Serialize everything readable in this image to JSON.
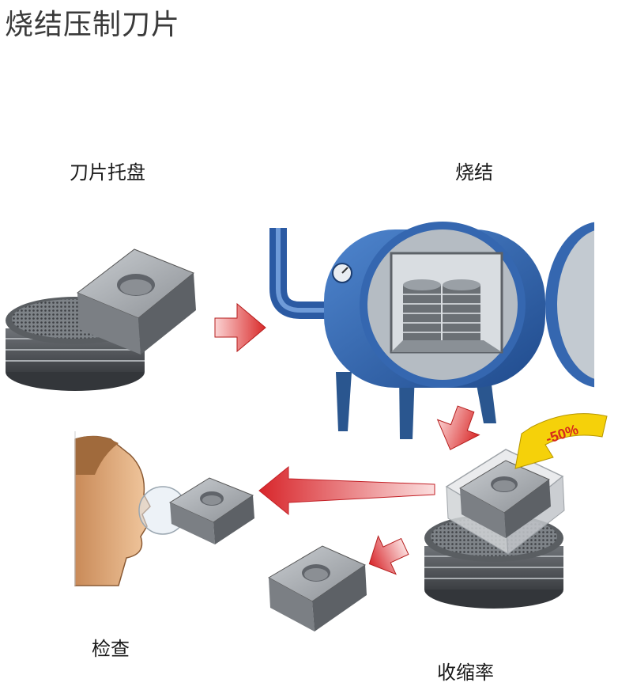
{
  "title": "烧结压制刀片",
  "labels": {
    "tray": "刀片托盘",
    "sinter": "烧结",
    "inspect": "检查",
    "shrink": "收缩率"
  },
  "annotation": {
    "shrink_percent": "-50%"
  },
  "colors": {
    "furnace_blue": "#2e5fa8",
    "arrow_red": "#e23a3a",
    "arrow_yellow": "#f5d10a",
    "insert_gray": "#9a9ea3",
    "skin": "#e9b88c"
  }
}
